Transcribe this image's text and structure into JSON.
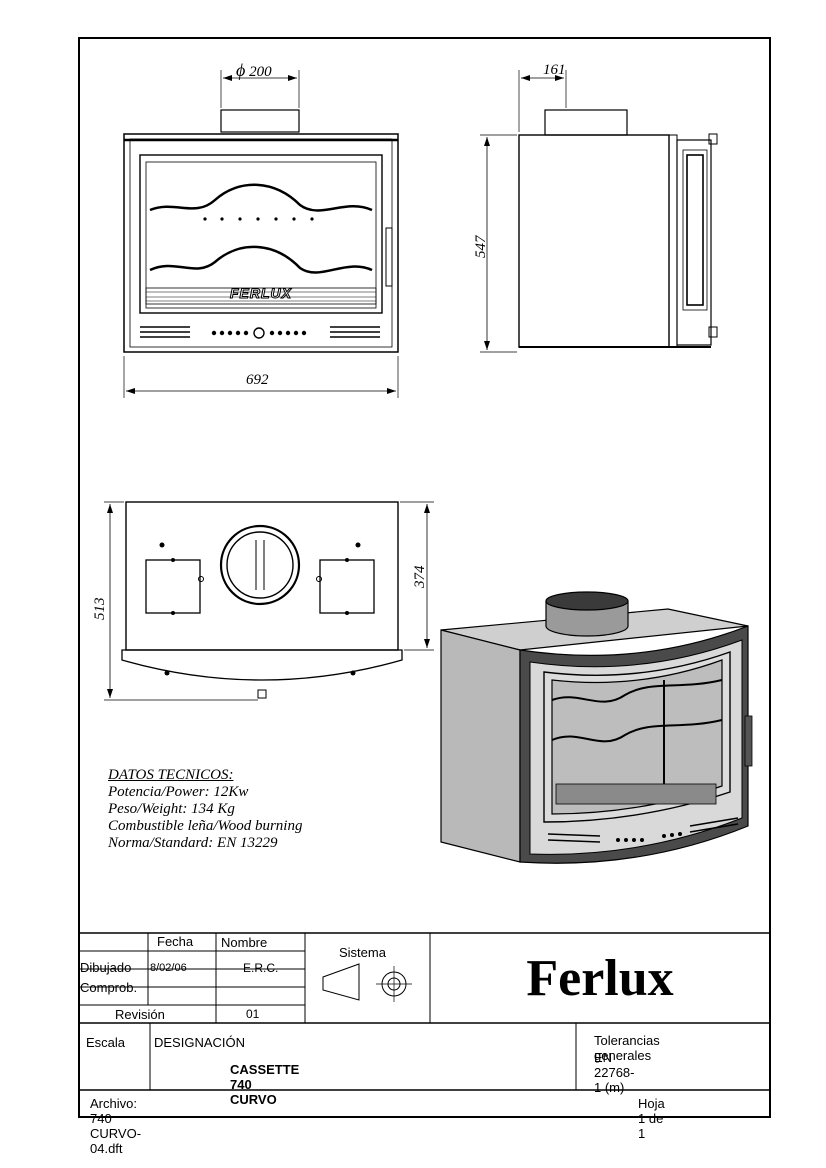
{
  "dimensions": {
    "flue_diameter": "200",
    "side_depth": "161",
    "height": "547",
    "width": "692",
    "top_depth": "513",
    "top_inner_depth": "374"
  },
  "diameter_symbol": "ϕ",
  "datos": {
    "heading": "DATOS TECNICOS:",
    "power": "Potencia/Power: 12Kw",
    "weight": "Peso/Weight: 134 Kg",
    "fuel": "Combustible leña/Wood burning",
    "norm": "Norma/Standard: EN 13229"
  },
  "logo_text": "FERLUX",
  "title_block": {
    "fecha_label": "Fecha",
    "nombre_label": "Nombre",
    "sistema_label": "Sistema",
    "dibujado_label": "Dibujado",
    "dibujado_fecha": "8/02/06",
    "dibujado_nombre": "E.R.C.",
    "comprob_label": "Comprob.",
    "revision_label": "Revisión",
    "revision_value": "01",
    "company": "Ferlux",
    "escala_label": "Escala",
    "designacion_label": "DESIGNACIÓN",
    "designacion_value": "CASSETTE 740 CURVO",
    "tolerancias_line1": "Tolerancias generales",
    "tolerancias_line2": "EN 22768-1 (m)",
    "archivo": "Archivo: 740 CURVO-04.dft",
    "hoja": "Hoja 1 de 1"
  }
}
